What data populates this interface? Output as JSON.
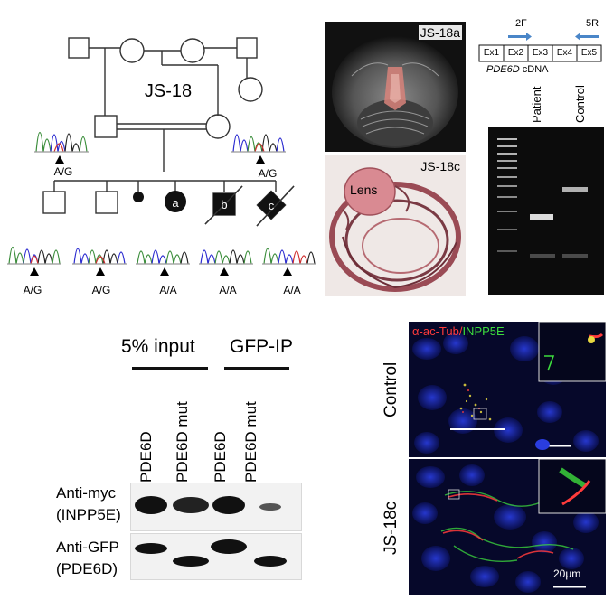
{
  "pedigree": {
    "family_id": "JS-18",
    "affected_labels": [
      "a",
      "b",
      "c"
    ],
    "genotypes_parents": [
      "A/G",
      "A/G"
    ],
    "genotypes_children": [
      "A/G",
      "A/G",
      "A/A",
      "A/A",
      "A/A"
    ]
  },
  "mri": {
    "label": "JS-18a"
  },
  "histology": {
    "label": "JS-18c",
    "lens_label": "Lens"
  },
  "cdna": {
    "primer_forward": "2F",
    "primer_reverse": "5R",
    "exons": [
      "Ex1",
      "Ex2",
      "Ex3",
      "Ex4",
      "Ex5"
    ],
    "gene_label": "PDE6D",
    "gene_suffix": " cDNA"
  },
  "gel": {
    "lanes": [
      "Patient",
      "Control"
    ]
  },
  "western": {
    "group_input": "5% input",
    "group_ip": "GFP-IP",
    "lanes": [
      "PDE6D",
      "PDE6D mut",
      "PDE6D",
      "PDE6D mut"
    ],
    "row1_label_a": "Anti-myc",
    "row1_label_b": "(INPP5E)",
    "row2_label_a": "Anti-GFP",
    "row2_label_b": "(PDE6D)"
  },
  "immuno": {
    "title_red": "α-ac-Tub/",
    "title_green": "INPP5E",
    "row_labels": [
      "Control",
      "JS-18c"
    ],
    "scale_bar": "20μm",
    "colors": {
      "red": "#ff3b3b",
      "green": "#3ddc3d",
      "blue": "#1c2fd0"
    }
  }
}
